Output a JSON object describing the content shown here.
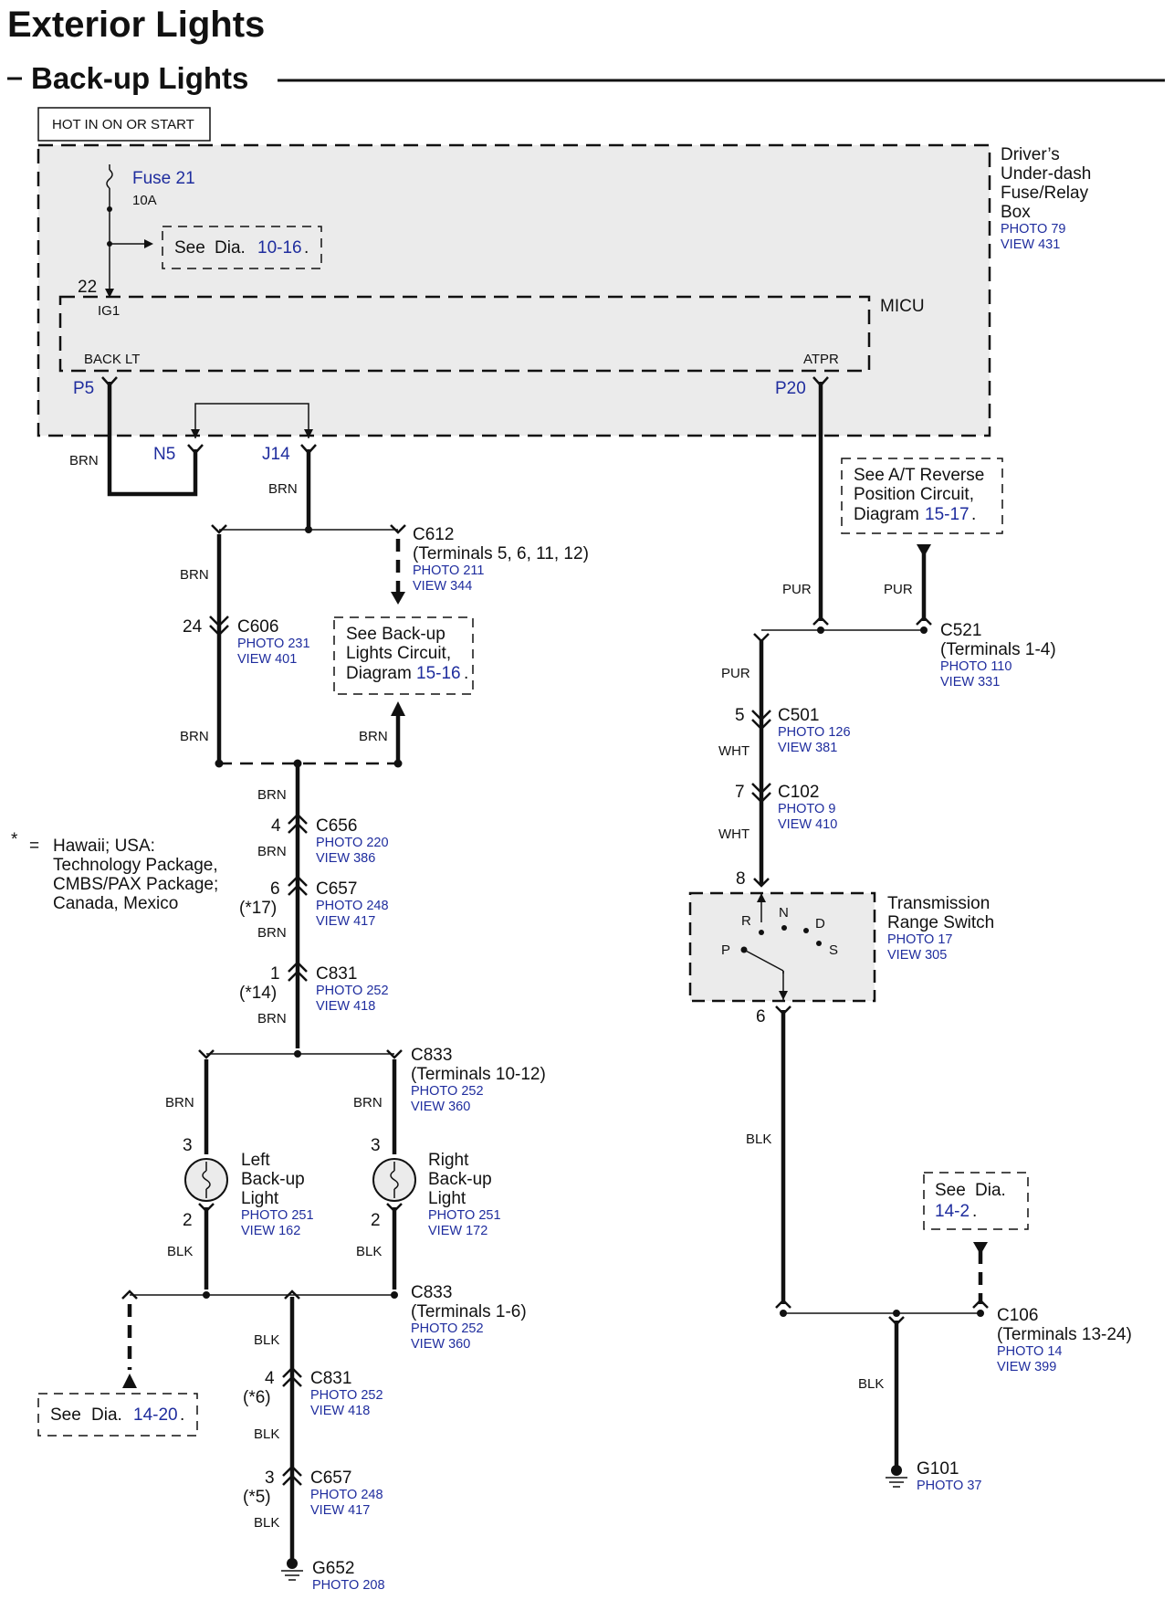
{
  "title": "Exterior Lights",
  "subtitle": "Back-up Lights",
  "hot_box": "HOT IN ON OR START",
  "fuse_box": {
    "l1": "Driver’s",
    "l2": "Under-dash",
    "l3": "Fuse/Relay",
    "l4": "Box",
    "photo": "PHOTO 79",
    "view": "VIEW 431"
  },
  "fuse": {
    "name": "Fuse 21",
    "rating": "10A"
  },
  "see_10_16": {
    "pre": "See",
    "dia": "Dia.",
    "num": "10-16",
    "dot": "."
  },
  "micu": {
    "name": "MICU",
    "pin22": "22",
    "ig1": "IG1",
    "back_lt": "BACK LT",
    "atpr": "ATPR",
    "p5": "P5",
    "p20": "P20"
  },
  "pins": {
    "n5": "N5",
    "j14": "J14"
  },
  "wire_colors": {
    "brn": "BRN",
    "pur": "PUR",
    "wht": "WHT",
    "blk": "BLK"
  },
  "c612": {
    "name": "C612",
    "terms": "(Terminals 5, 6, 11, 12)",
    "photo": "PHOTO 211",
    "view": "VIEW 344"
  },
  "c606": {
    "pin": "24",
    "name": "C606",
    "photo": "PHOTO 231",
    "view": "VIEW 401"
  },
  "see_15_16": {
    "l1": "See Back-up",
    "l2": "Lights Circuit,",
    "l3": "Diagram",
    "num": "15-16",
    "dot": "."
  },
  "see_15_17": {
    "l1": "See A/T Reverse",
    "l2": "Position Circuit,",
    "l3": "Diagram",
    "num": "15-17",
    "dot": "."
  },
  "c521": {
    "name": "C521",
    "terms": "(Terminals 1-4)",
    "photo": "PHOTO 110",
    "view": "VIEW 331"
  },
  "c501": {
    "pin": "5",
    "name": "C501",
    "photo": "PHOTO 126",
    "view": "VIEW 381"
  },
  "c102": {
    "pin": "7",
    "name": "C102",
    "photo": "PHOTO 9",
    "view": "VIEW 410"
  },
  "trs": {
    "name1": "Transmission",
    "name2": "Range Switch",
    "photo": "PHOTO 17",
    "view": "VIEW 305",
    "pin_top": "8",
    "pin_bot": "6",
    "r": "R",
    "n": "N",
    "d": "D",
    "p": "P",
    "s": "S"
  },
  "c656": {
    "pin": "4",
    "name": "C656",
    "photo": "PHOTO 220",
    "view": "VIEW 386"
  },
  "c657a": {
    "pin": "6",
    "note": "(*17)",
    "name": "C657",
    "photo": "PHOTO 248",
    "view": "VIEW 417"
  },
  "c831a": {
    "pin": "1",
    "note": "(*14)",
    "name": "C831",
    "photo": "PHOTO 252",
    "view": "VIEW 418"
  },
  "footnote": {
    "star": "*",
    "eq": "=",
    "l1": "Hawaii; USA:",
    "l2": "Technology Package,",
    "l3": "CMBS/PAX Package;",
    "l4": "Canada, Mexico"
  },
  "c833a": {
    "name": "C833",
    "terms": "(Terminals 10-12)",
    "photo": "PHOTO 252",
    "view": "VIEW 360"
  },
  "left_light": {
    "pin3": "3",
    "pin2": "2",
    "l1": "Left",
    "l2": "Back-up",
    "l3": "Light",
    "photo": "PHOTO 251",
    "view": "VIEW 162"
  },
  "right_light": {
    "pin3": "3",
    "pin2": "2",
    "l1": "Right",
    "l2": "Back-up",
    "l3": "Light",
    "photo": "PHOTO 251",
    "view": "VIEW 172"
  },
  "c833b": {
    "name": "C833",
    "terms": "(Terminals 1-6)",
    "photo": "PHOTO 252",
    "view": "VIEW 360"
  },
  "see_14_20": {
    "pre": "See",
    "dia": "Dia.",
    "num": "14-20",
    "dot": "."
  },
  "c831b": {
    "pin": "4",
    "note": "(*6)",
    "name": "C831",
    "photo": "PHOTO 252",
    "view": "VIEW 418"
  },
  "c657b": {
    "pin": "3",
    "note": "(*5)",
    "name": "C657",
    "photo": "PHOTO 248",
    "view": "VIEW 417"
  },
  "g652": {
    "name": "G652",
    "photo": "PHOTO 208"
  },
  "see_14_2": {
    "pre": "See",
    "dia": "Dia.",
    "num": "14-2",
    "dot": "."
  },
  "c106": {
    "name": "C106",
    "terms": "(Terminals 13-24)",
    "photo": "PHOTO 14",
    "view": "VIEW 399"
  },
  "g101": {
    "name": "G101",
    "photo": "PHOTO 37"
  }
}
